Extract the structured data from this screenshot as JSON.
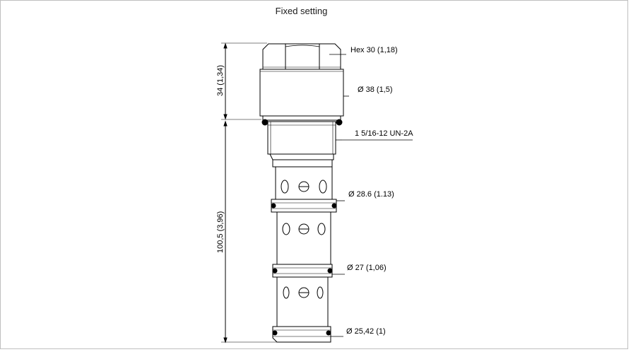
{
  "title": "Fixed setting",
  "dimensions": {
    "top_height": "34 (1,34)",
    "overall_height": "100,5 (3,96)"
  },
  "callouts": {
    "hex": "Hex  30 (1,18)",
    "dia_38": "Ø 38 (1,5)",
    "thread": "1 5/16-12 UN-2A",
    "dia_28": "Ø 28.6 (1.13)",
    "dia_27": "Ø 27 (1,06)",
    "dia_25": "Ø 25,42 (1)"
  }
}
